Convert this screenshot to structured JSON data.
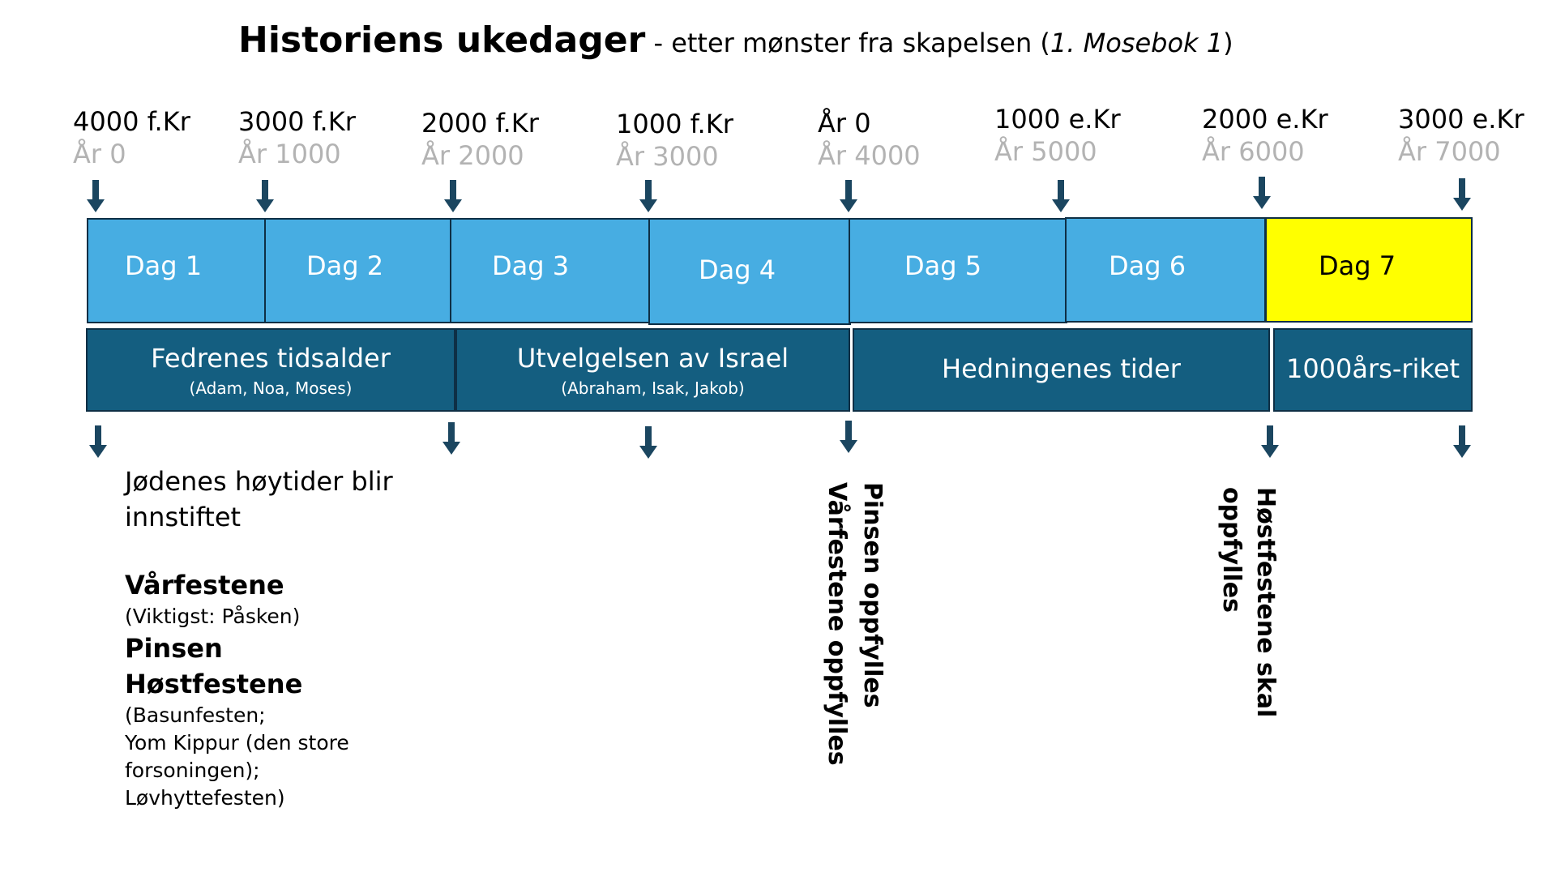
{
  "title": {
    "main": "Historiens ukedager",
    "sub_prefix": " - etter mønster fra skapelsen (",
    "sub_ref": "1. Mosebok 1",
    "sub_suffix": ")"
  },
  "timeline": {
    "marks": [
      {
        "date": "4000 f.Kr",
        "year": "År 0"
      },
      {
        "date": "3000 f.Kr",
        "year": "År 1000"
      },
      {
        "date": "2000 f.Kr",
        "year": "År 2000"
      },
      {
        "date": "1000 f.Kr",
        "year": "År 3000"
      },
      {
        "date": "År 0",
        "year": "År 4000"
      },
      {
        "date": "1000 e.Kr",
        "year": "År 5000"
      },
      {
        "date": "2000 e.Kr",
        "year": "År 6000"
      },
      {
        "date": "3000 e.Kr",
        "year": "År 7000"
      }
    ],
    "days": [
      "Dag 1",
      "Dag 2",
      "Dag 3",
      "Dag 4",
      "Dag 5",
      "Dag 6",
      "Dag 7"
    ],
    "eras": [
      {
        "name": "Fedrenes tidsalder",
        "people": "(Adam, Noa, Moses)"
      },
      {
        "name": "Utvelgelsen av Israel",
        "people": "(Abraham, Isak, Jakob)"
      },
      {
        "name": "Hedningenes tider",
        "people": ""
      },
      {
        "name": "1000års-riket",
        "people": ""
      }
    ]
  },
  "feasts": {
    "intro_line1": "Jødenes høytider blir",
    "intro_line2": "innstiftet",
    "spring": "Vårfestene",
    "spring_note": "(Viktigst: Påsken)",
    "pentecost": "Pinsen",
    "autumn": "Høstfestene",
    "autumn_note_1": "(Basunfesten;",
    "autumn_note_2": "Yom Kippur (den store",
    "autumn_note_3": "forsoningen);",
    "autumn_note_4": "Løvhyttefesten)"
  },
  "fulfilment": {
    "pentecost_fulfilled": "Pinsen oppfylles",
    "spring_fulfilled": "Vårfestene oppfylles",
    "autumn_line1": "Høstfestene skal",
    "autumn_line2": "oppfylles"
  },
  "colors": {
    "day_fill": "#47ade2",
    "sabbath_fill": "#ffff00",
    "era_fill": "#145e80",
    "arrow": "#1b4660",
    "year_grey": "#b3b3b3"
  }
}
